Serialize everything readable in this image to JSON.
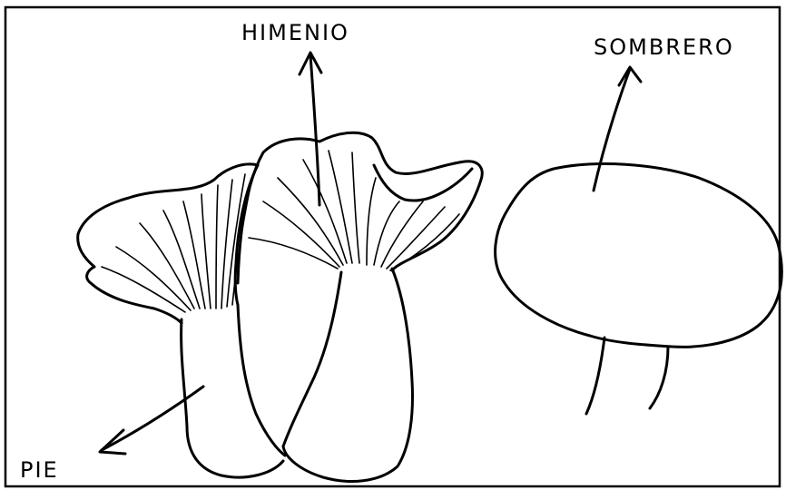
{
  "labels": {
    "himenio": "HIMENIO",
    "sombrero": "SOMBRERO",
    "pie": "PIE"
  }
}
